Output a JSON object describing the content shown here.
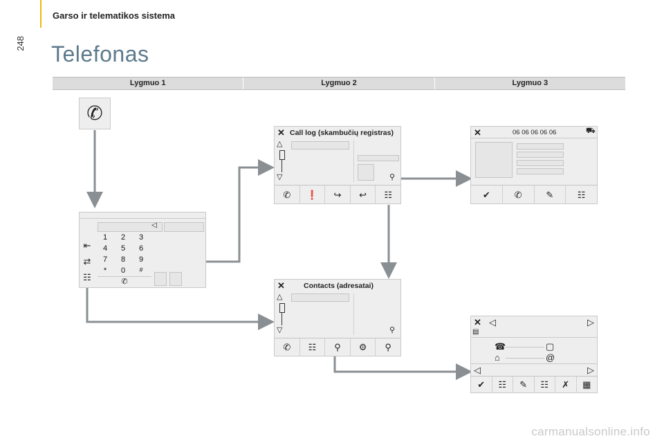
{
  "header": {
    "page_number": "248",
    "section_title": "Garso ir telematikos sistema",
    "page_title": "Telefonas"
  },
  "levels": [
    "Lygmuo 1",
    "Lygmuo 2",
    "Lygmuo 3"
  ],
  "panels": {
    "call_log": {
      "title": "Call log (skambučių registras)"
    },
    "contacts": {
      "title": "Contacts (adresatai)"
    },
    "call_detail": {
      "number": "06 06 06 06 06"
    }
  },
  "keypad": {
    "keys": [
      "1",
      "2",
      "3",
      "4",
      "5",
      "6",
      "7",
      "8",
      "9",
      "*",
      "0",
      "#"
    ]
  },
  "watermark": "carmanualsonline.info",
  "colors": {
    "title": "#5c7a8c",
    "accent_bar": "#f2b705",
    "arrow": "#8a8f93"
  }
}
